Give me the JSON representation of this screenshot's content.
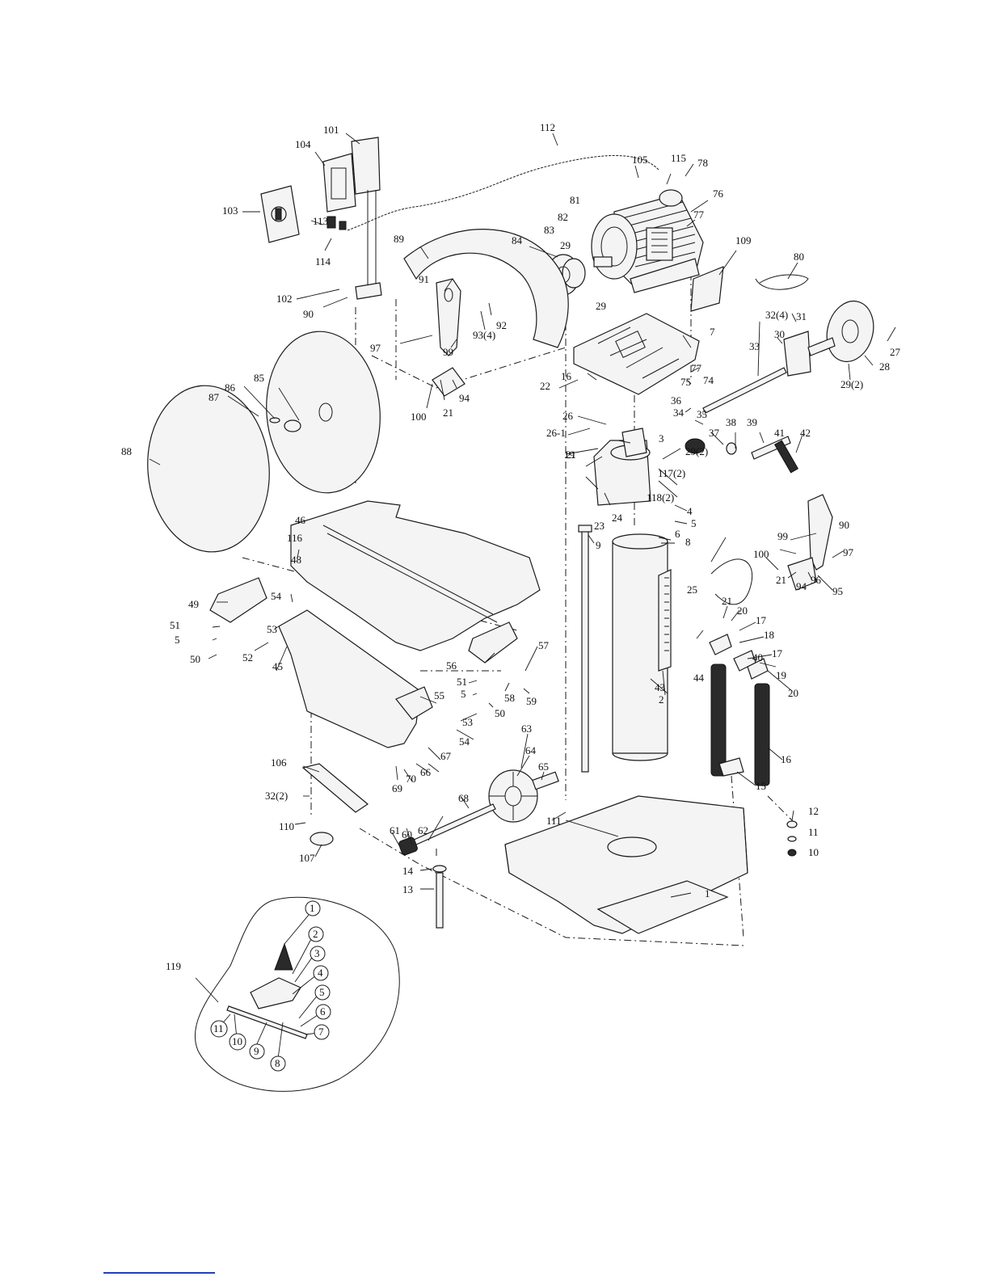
{
  "callouts": [
    "1",
    "2",
    "3",
    "4",
    "5",
    "5",
    "5",
    "6",
    "7",
    "8",
    "9",
    "10",
    "11",
    "12",
    "13",
    "14",
    "15",
    "16",
    "16",
    "17",
    "17",
    "18",
    "19",
    "19",
    "20",
    "20",
    "21",
    "21",
    "21",
    "21",
    "22",
    "23",
    "24",
    "25",
    "26",
    "26-1",
    "27",
    "28",
    "29",
    "29",
    "29(2)",
    "29(2)",
    "30",
    "31",
    "32(4)",
    "32(2)",
    "33",
    "34",
    "35",
    "36",
    "37",
    "38",
    "39",
    "40",
    "41",
    "42",
    "43",
    "44",
    "45",
    "46",
    "48",
    "49",
    "50",
    "50",
    "51",
    "51",
    "52",
    "53",
    "53",
    "54",
    "54",
    "55",
    "56",
    "57",
    "58",
    "59",
    "60",
    "61",
    "62",
    "63",
    "64",
    "65",
    "66",
    "67",
    "68",
    "69",
    "70",
    "74",
    "75",
    "76",
    "77",
    "77",
    "78",
    "80",
    "81",
    "82",
    "83",
    "84",
    "85",
    "86",
    "87",
    "88",
    "89",
    "90",
    "90",
    "91",
    "92",
    "93(4)",
    "94",
    "94",
    "95",
    "96",
    "97",
    "97",
    "99",
    "99",
    "100",
    "100",
    "101",
    "102",
    "103",
    "104",
    "105",
    "106",
    "107",
    "109",
    "110",
    "111",
    "112",
    "113",
    "114",
    "115",
    "116",
    "117(2)",
    "118(2)",
    "119"
  ],
  "inset_callouts": [
    "1",
    "2",
    "3",
    "4",
    "5",
    "6",
    "7",
    "8",
    "9",
    "10",
    "11"
  ],
  "footer_link": ""
}
